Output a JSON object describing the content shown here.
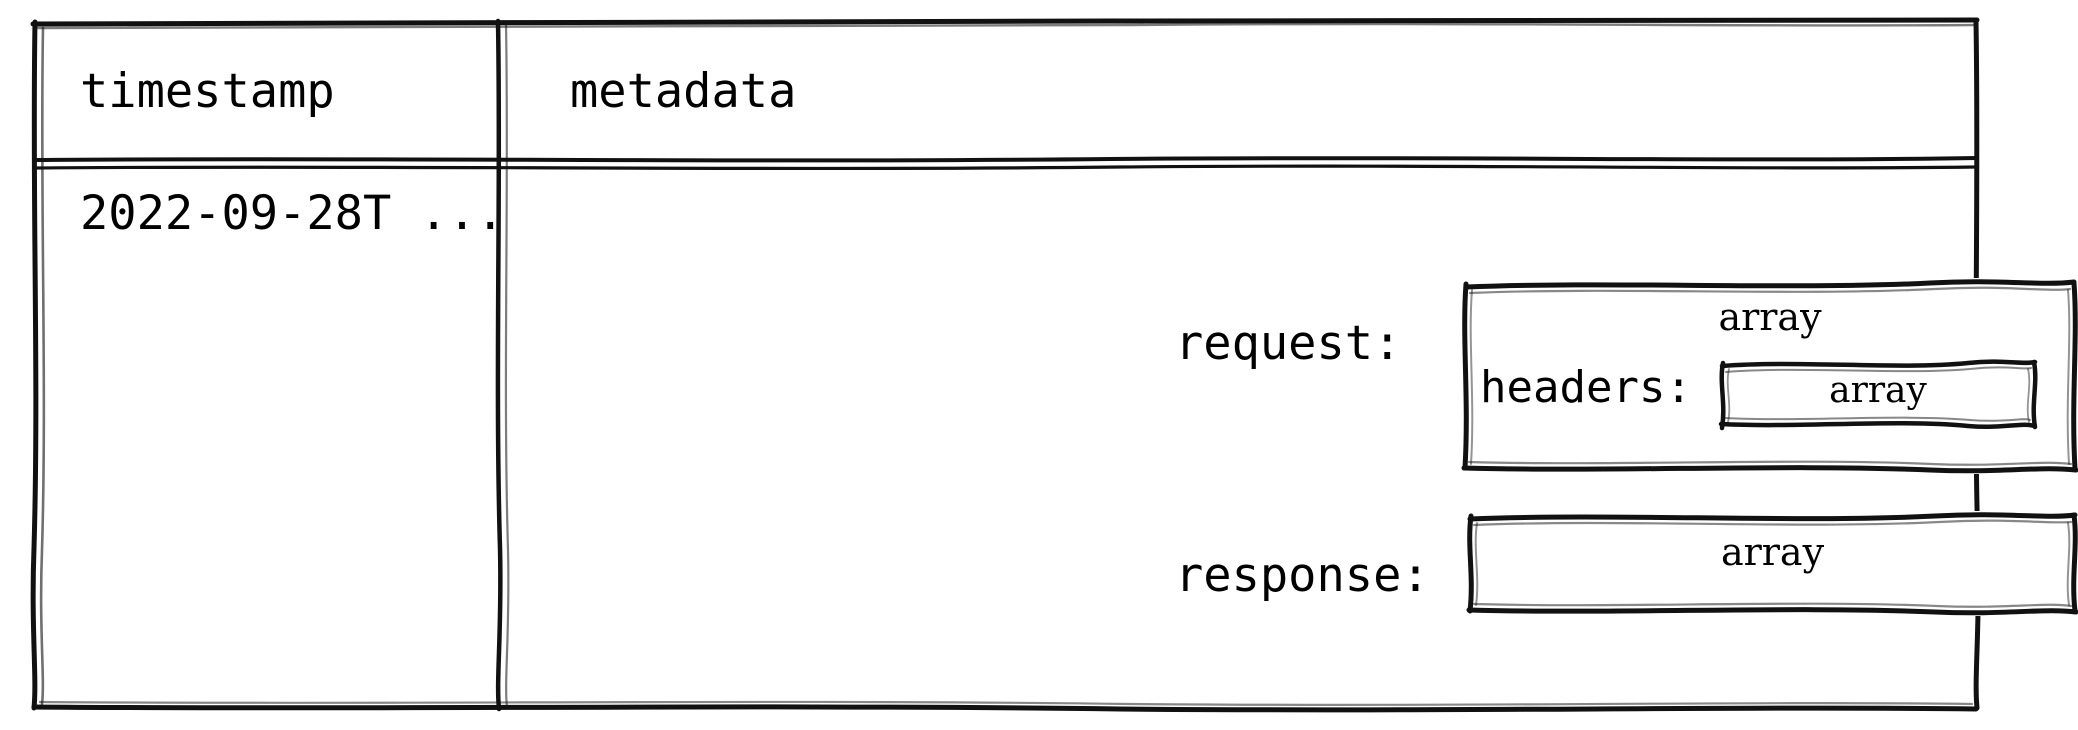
{
  "table": {
    "columns": [
      {
        "id": "timestamp",
        "header": "timestamp"
      },
      {
        "id": "metadata",
        "header": "metadata"
      }
    ],
    "rows": [
      {
        "timestamp": "2022-09-28T ...",
        "metadata": {
          "fields": [
            {
              "label": "request:",
              "type": "array",
              "children": [
                {
                  "label": "headers:",
                  "type": "array"
                }
              ]
            },
            {
              "label": "response:",
              "type": "array",
              "children": []
            }
          ]
        }
      }
    ]
  },
  "style": {
    "stroke": "#000000",
    "background": "#ffffff",
    "text_color": "#000000"
  }
}
